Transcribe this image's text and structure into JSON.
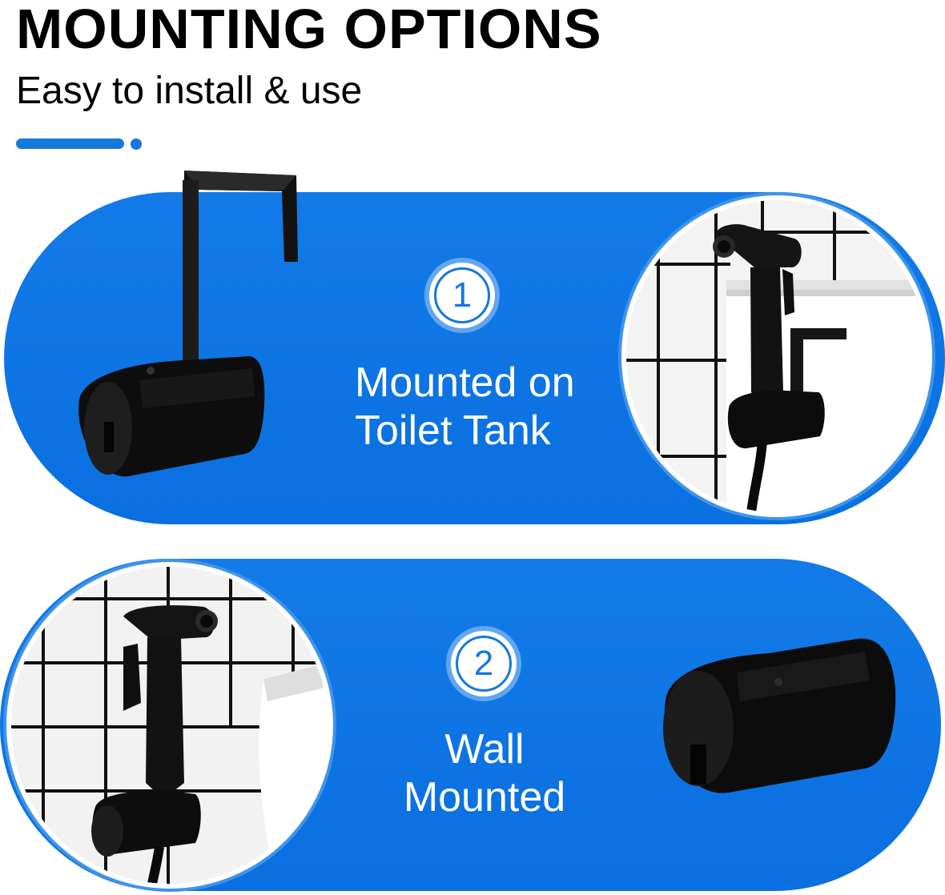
{
  "header": {
    "title": "MOUNTING OPTIONS",
    "subtitle": "Easy to install & use"
  },
  "colors": {
    "accent": "#1478dd",
    "panel": "#0e74e4",
    "text_dark": "#000000",
    "text_light": "#ffffff",
    "product": "#111111"
  },
  "options": [
    {
      "number": "1",
      "label_line1": "Mounted on",
      "label_line2": "Toilet Tank",
      "product_icon": "tank-hook-holder-icon",
      "photo_icon": "bidet-sprayer-on-tank-photo"
    },
    {
      "number": "2",
      "label_line1": "Wall",
      "label_line2": "Mounted",
      "product_icon": "wall-holder-icon",
      "photo_icon": "bidet-sprayer-on-wall-photo"
    }
  ]
}
